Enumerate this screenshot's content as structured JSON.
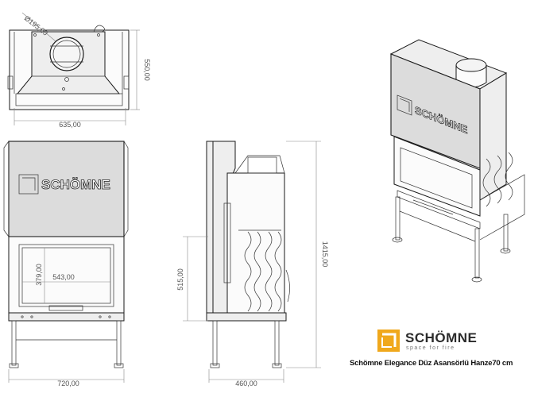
{
  "product": {
    "caption": "Schömne Elegance Düz Asansörlü Hanze70 cm"
  },
  "brand": {
    "name": "SCHÖMNE",
    "tagline": "space for fire",
    "accent_color": "#f0a81c"
  },
  "panel_logo": {
    "front": "SCHÖMNE",
    "iso": "SCHÖMNE"
  },
  "dimensions": {
    "top_flue_diameter": "Ø195,00",
    "top_depth": "550,00",
    "top_width": "635,00",
    "door_width": "543,00",
    "door_height": "379,00",
    "overall_width": "720,00",
    "side_opening_height": "515,00",
    "side_depth": "460,00",
    "overall_height": "1415,00"
  },
  "icons": {
    "brand_mark": "square-bracket-icon"
  }
}
